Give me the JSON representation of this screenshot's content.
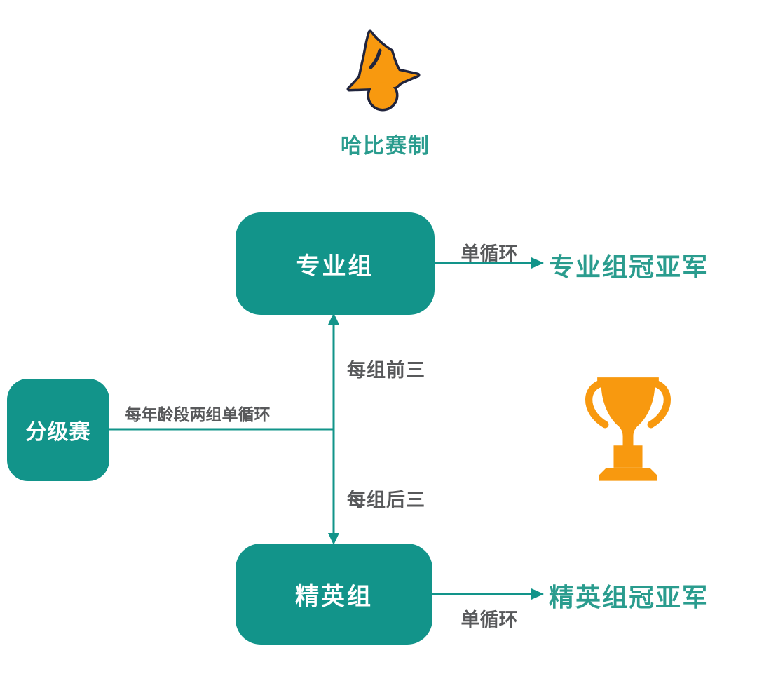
{
  "colors": {
    "node_teal": "#12948A",
    "teal_text": "#2A9C8E",
    "connector_teal": "#12948A",
    "orange": "#F8990F",
    "mascot_outline": "#20243D",
    "label_gray": "#58595B",
    "background": "#FFFFFF"
  },
  "header": {
    "mascot_icon": "handstand-person-icon",
    "title": "哈比赛制"
  },
  "nodes": {
    "professional": {
      "label": "专业组"
    },
    "grading": {
      "label": "分级赛"
    },
    "elite": {
      "label": "精英组"
    }
  },
  "edges": {
    "professional_to_result": {
      "label": "单循环",
      "direction": "right-arrow"
    },
    "grading_to_split": {
      "label": "每年龄段两组单循环",
      "direction": "plain-line"
    },
    "split_to_professional": {
      "label": "每组前三",
      "direction": "up-arrow"
    },
    "split_to_elite": {
      "label": "每组后三",
      "direction": "down-arrow"
    },
    "elite_to_result": {
      "label": "单循环",
      "direction": "right-arrow"
    }
  },
  "results": {
    "professional": {
      "label": "专业组冠亚军"
    },
    "elite": {
      "label": "精英组冠亚军"
    }
  },
  "icons": {
    "trophy": "trophy-icon"
  }
}
